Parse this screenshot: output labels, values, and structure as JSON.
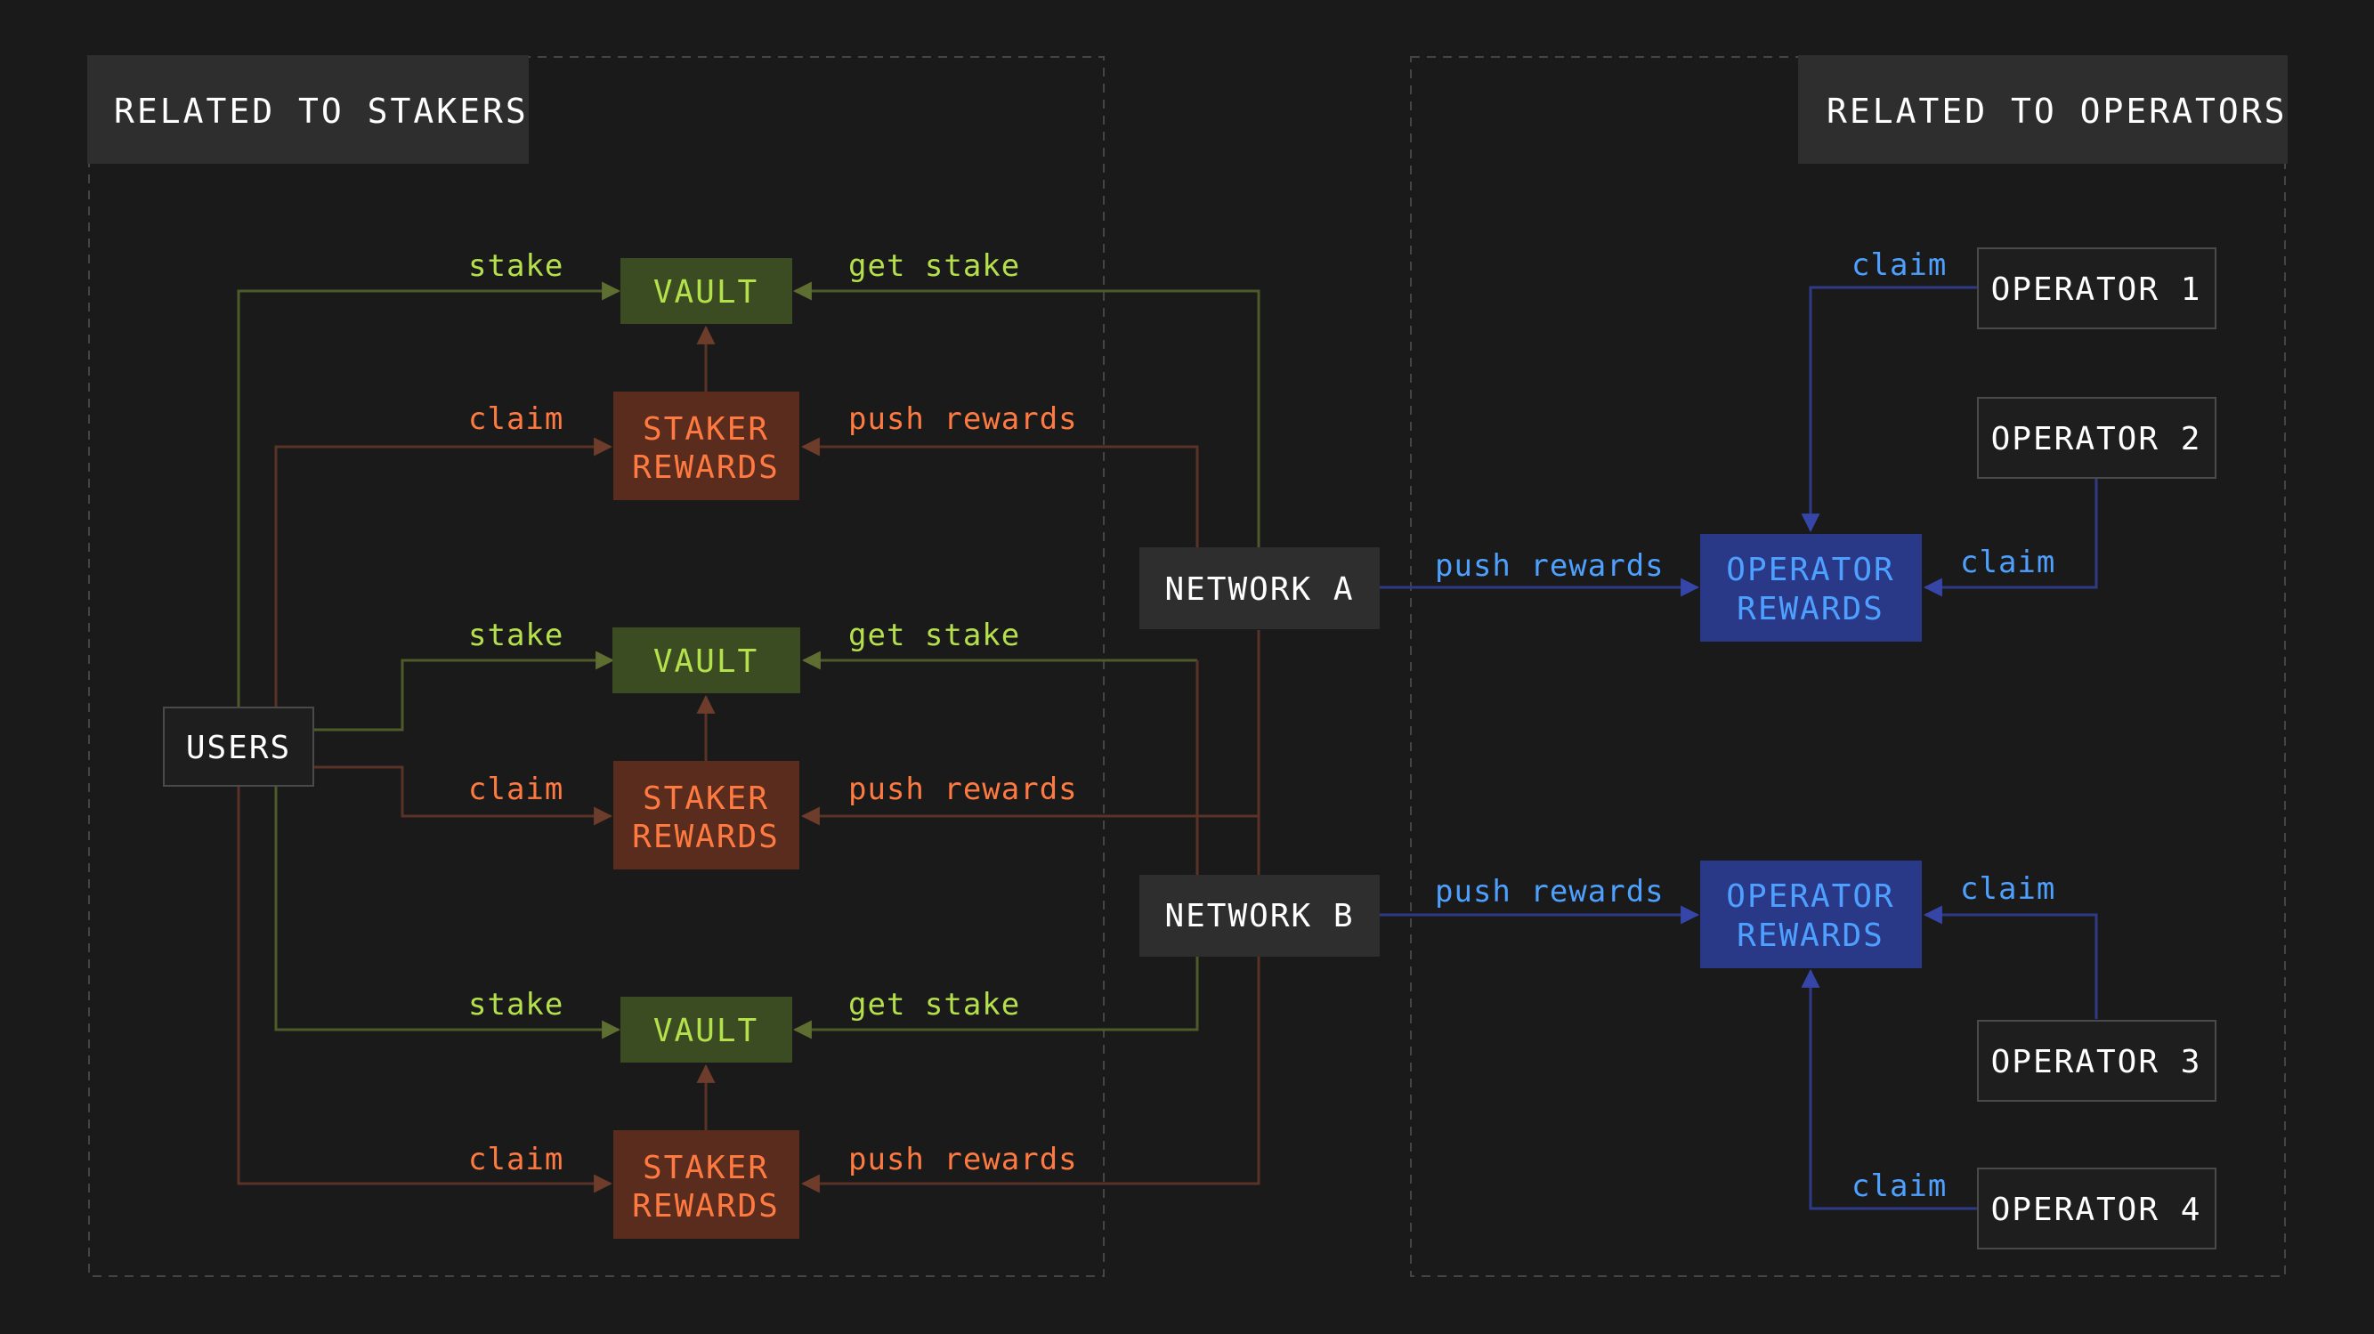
{
  "colors": {
    "background": "#1a1a1a",
    "region_border": "#444444",
    "region_title_bg": "#2e2e2e",
    "white_text": "#ffffff",
    "vault_fill": "#3b4c22",
    "vault_text": "#b4e04c",
    "stake_line": "#4d5a2a",
    "staker_fill": "#5a2c1e",
    "staker_text": "#ff7a40",
    "claim_line": "#5a3326",
    "operator_fill": "#2a3888",
    "operator_text": "#4ea0ff",
    "operator_line": "#2d3a88",
    "dark_box_fill": "#1e1e1e",
    "dark_box_border": "#4a4a4a",
    "network_fill": "#2e2e2e"
  },
  "regions": {
    "stakers_title": "RELATED TO STAKERS",
    "operators_title": "RELATED TO OPERATORS"
  },
  "nodes": {
    "users": "USERS",
    "vault": "VAULT",
    "staker_rewards": [
      "STAKER",
      "REWARDS"
    ],
    "network_a": "NETWORK A",
    "network_b": "NETWORK B",
    "operator_rewards": [
      "OPERATOR",
      "REWARDS"
    ],
    "operator_1": "OPERATOR 1",
    "operator_2": "OPERATOR 2",
    "operator_3": "OPERATOR 3",
    "operator_4": "OPERATOR 4"
  },
  "edges": {
    "stake": "stake",
    "claim": "claim",
    "get_stake": "get stake",
    "push_rewards": "push rewards"
  }
}
